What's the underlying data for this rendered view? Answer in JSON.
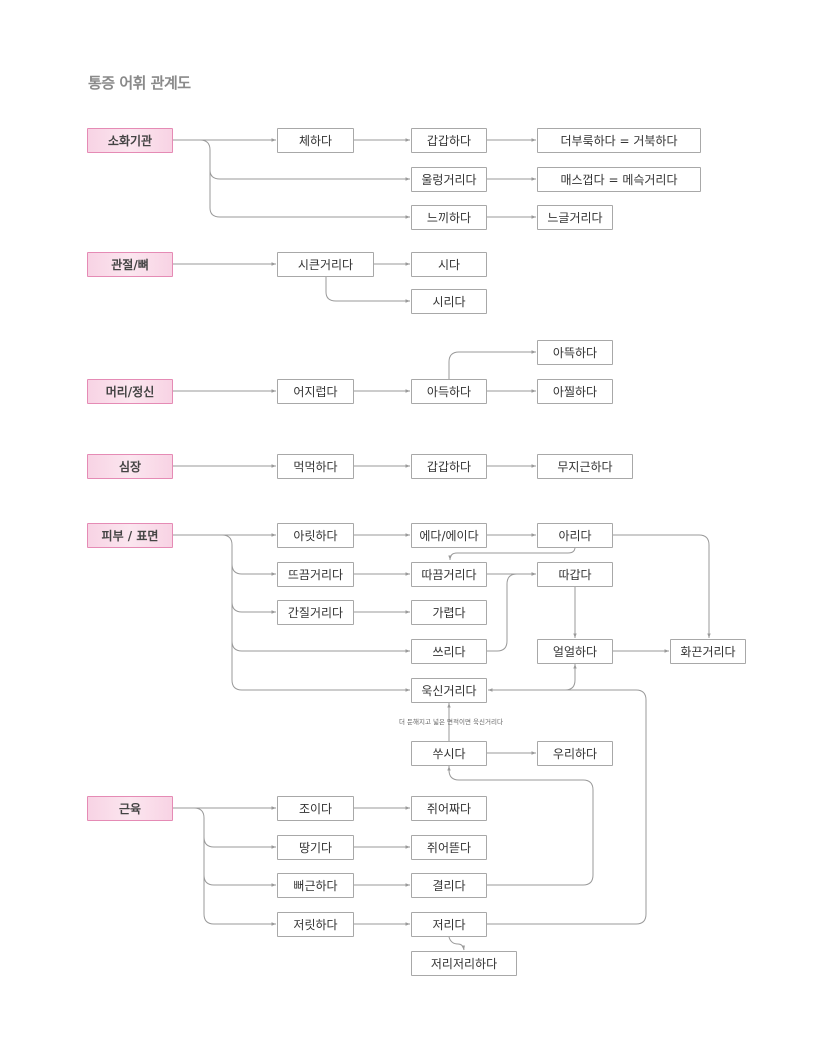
{
  "title": "통증 어휘 관계도",
  "categories": {
    "digestive": "소화기관",
    "joint": "관절/뼈",
    "head": "머리/정신",
    "heart": "심장",
    "skin": "피부 / 표면",
    "muscle": "근육"
  },
  "nodes": {
    "chehada": "체하다",
    "gapgap1": "갑갑하다",
    "deoburuk": "더부룩하다 = 거북하다",
    "ulleong": "울렁거리다",
    "maeseu": "매스껍다 = 메슥거리다",
    "neukki": "느끼하다",
    "neuggeul": "느글거리다",
    "sikeun": "시큰거리다",
    "sida": "시다",
    "sirida": "시리다",
    "eojireop": "어지럽다",
    "adeuk": "아득하다",
    "atteuk": "아뜩하다",
    "ajjil": "아찔하다",
    "meokmeok": "먹먹하다",
    "gapgap2": "갑갑하다",
    "mujigeun": "무지근하다",
    "arit": "아릿하다",
    "eda": "에다/에이다",
    "arida": "아리다",
    "tteukkeum": "뜨끔거리다",
    "ttakkeum": "따끔거리다",
    "ttagap": "따갑다",
    "ganjil": "간질거리다",
    "garyeop": "가렵다",
    "sseurida": "쓰리다",
    "eoleol": "얼얼하다",
    "hwakkeun": "화끈거리다",
    "uksin": "욱신거리다",
    "ssusida": "쑤시다",
    "urida": "우리하다",
    "joida": "조이다",
    "jwieojja": "쥐어짜다",
    "ttanggi": "땅기다",
    "jwieotteut": "쥐어뜯다",
    "ppaegeun": "뻐근하다",
    "gyeollida": "결리다",
    "jeorit": "저릿하다",
    "jeorida": "저리다",
    "jeorijeori": "저리저리하다"
  },
  "annotation": "더 둔해지고 넓은 면적이면 욱신거리다",
  "colors": {
    "category_border": "#e58bb5",
    "category_fill": "#f8d3e4",
    "node_border": "#a8a8a8",
    "edge": "#9a9a9a",
    "title": "#8a8a8a"
  },
  "edges": [
    [
      "digestive",
      "chehada"
    ],
    [
      "chehada",
      "gapgap1"
    ],
    [
      "gapgap1",
      "deoburuk"
    ],
    [
      "digestive",
      "ulleong"
    ],
    [
      "ulleong",
      "maeseu"
    ],
    [
      "digestive",
      "neukki"
    ],
    [
      "neukki",
      "neuggeul"
    ],
    [
      "joint",
      "sikeun"
    ],
    [
      "sikeun",
      "sida"
    ],
    [
      "sikeun",
      "sirida"
    ],
    [
      "head",
      "eojireop"
    ],
    [
      "eojireop",
      "adeuk"
    ],
    [
      "adeuk",
      "atteuk"
    ],
    [
      "adeuk",
      "ajjil"
    ],
    [
      "heart",
      "meokmeok"
    ],
    [
      "meokmeok",
      "gapgap2"
    ],
    [
      "gapgap2",
      "mujigeun"
    ],
    [
      "skin",
      "arit"
    ],
    [
      "arit",
      "eda"
    ],
    [
      "eda",
      "arida"
    ],
    [
      "arida",
      "hwakkeun"
    ],
    [
      "arida",
      "ttakkeum"
    ],
    [
      "skin",
      "tteukkeum"
    ],
    [
      "tteukkeum",
      "ttakkeum"
    ],
    [
      "ttakkeum",
      "ttagap"
    ],
    [
      "skin",
      "ganjil"
    ],
    [
      "ganjil",
      "garyeop"
    ],
    [
      "skin",
      "sseurida"
    ],
    [
      "sseurida",
      "ttagap"
    ],
    [
      "skin",
      "uksin"
    ],
    [
      "ttagap",
      "eoleol"
    ],
    [
      "eoleol",
      "hwakkeun"
    ],
    [
      "uksin",
      "eoleol"
    ],
    [
      "ssusida",
      "uksin"
    ],
    [
      "ssusida",
      "urida"
    ],
    [
      "muscle",
      "joida"
    ],
    [
      "joida",
      "jwieojja"
    ],
    [
      "muscle",
      "ttanggi"
    ],
    [
      "ttanggi",
      "jwieotteut"
    ],
    [
      "muscle",
      "ppaegeun"
    ],
    [
      "ppaegeun",
      "gyeollida"
    ],
    [
      "gyeollida",
      "ssusida"
    ],
    [
      "muscle",
      "jeorit"
    ],
    [
      "jeorit",
      "jeorida"
    ],
    [
      "jeorida",
      "uksin"
    ],
    [
      "jeorida",
      "jeorijeori"
    ]
  ]
}
